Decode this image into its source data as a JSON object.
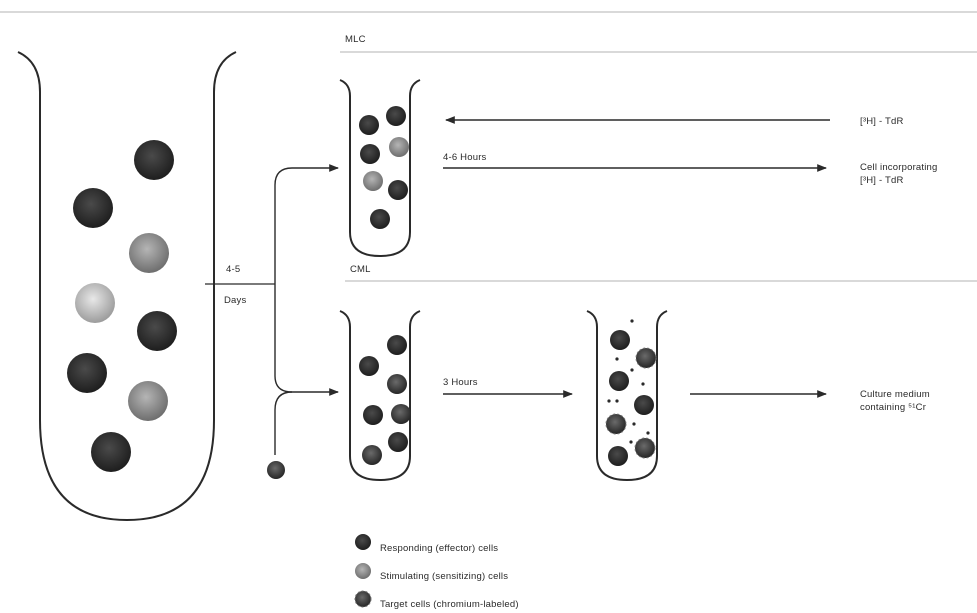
{
  "sections": {
    "mlc_label": "MLC",
    "cml_label": "CML"
  },
  "culture_time": {
    "line1": "4-5",
    "line2": "Days"
  },
  "mlc": {
    "incoming_reagent": "[³H] - TdR",
    "duration": "4-6 Hours",
    "result_line1": "Cell incorporating",
    "result_line2": "[³H] - TdR"
  },
  "cml": {
    "duration": "3 Hours",
    "result_line1": "Culture medium",
    "result_line2": "containing ⁵¹Cr"
  },
  "legend": [
    {
      "label": "Responding (effector) cells",
      "kind": "responding"
    },
    {
      "label": "Stimulating (sensitizing) cells",
      "kind": "stimulating"
    },
    {
      "label": "Target cells (chromium-labeled)",
      "kind": "target"
    }
  ],
  "colors": {
    "responding": "#2b2b2b",
    "stimulating": "#8c8c8c",
    "stimulating_light": "#c4c4c4",
    "target": "#3a3a3a",
    "line": "#2a2a2a"
  }
}
